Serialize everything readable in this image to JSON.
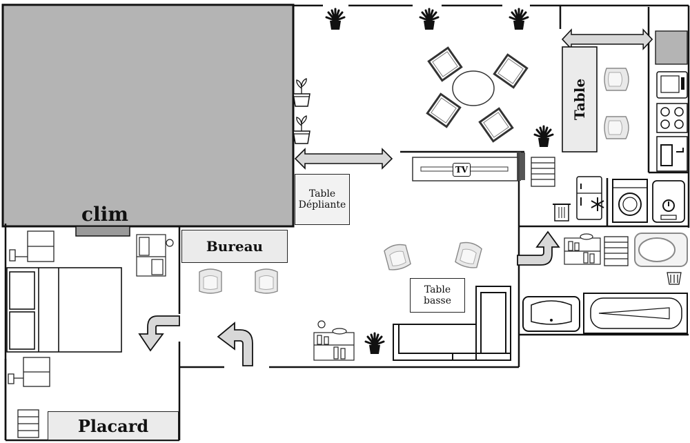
{
  "plan": {
    "labels": {
      "clim": "clim",
      "bureau": "Bureau",
      "placard": "Placard",
      "table_depliante": "Table Dépliante",
      "table_basse": "Table basse",
      "table_cuisine": "Table",
      "tv": "TV"
    },
    "icons": [
      "plant-icon",
      "chair-icon",
      "round-table-icon",
      "bed-icon",
      "nightstand-icon",
      "desk-icon",
      "sofa-icon",
      "fridge-icon",
      "snowflake-icon",
      "washing-machine-icon",
      "water-heater-icon",
      "stove-icon",
      "microwave-icon",
      "kitchen-sink-icon",
      "trash-icon",
      "toilet-icon",
      "bathtub-icon",
      "washbasin-icon",
      "shelf-icon",
      "radiator-icon",
      "chest-of-drawers-icon",
      "arrow-icon"
    ],
    "colors": {
      "wall": "#111111",
      "block": "#b4b4b4",
      "label_bg": "#ebebeb",
      "arrow_fill": "#d8d8d8"
    }
  }
}
